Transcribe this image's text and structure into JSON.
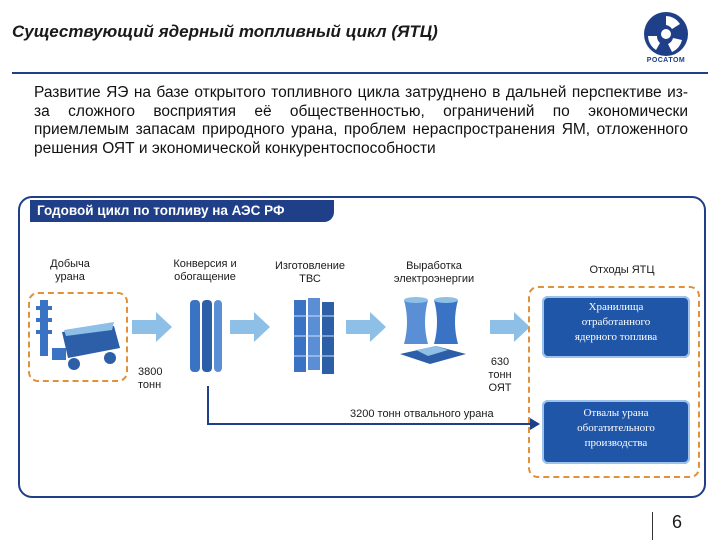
{
  "header": {
    "title": "Существующий ядерный топливный цикл (ЯТЦ)",
    "logo_text": "РОСАТОМ"
  },
  "intro": "Развитие ЯЭ на базе открытого топливного цикла затруднено в дальней перспективе из-за сложного восприятия её общественностью, ограничений по экономически приемлемым запасам природного урана, проблем нераспространения ЯМ, отложенного решения ОЯТ и экономической конкурентоспособности",
  "panel": {
    "title": "Годовой цикл по топливу на АЭС РФ",
    "stages": [
      {
        "line1": "Добыча",
        "line2": "урана"
      },
      {
        "line1": "Конверсия и",
        "line2": "обогащение"
      },
      {
        "line1": "Изготовление",
        "line2": "ТВС"
      },
      {
        "line1": "Выработка",
        "line2": "электроэнергии"
      },
      {
        "line1": "Отходы ЯТЦ",
        "line2": ""
      }
    ],
    "amount_uranium": {
      "line1": "3800",
      "line2": "тонн"
    },
    "amount_snf": {
      "line1": "630",
      "line2": "тонн",
      "line3": "ОЯТ"
    },
    "depleted_label": "3200 тонн отвального урана",
    "storage_snf": {
      "line1": "Хранилища",
      "line2": "отработанного",
      "line3": "ядерного топлива"
    },
    "storage_tails": {
      "line1": "Отвалы урана",
      "line2": "обогатительного",
      "line3": "производства"
    }
  },
  "colors": {
    "brand_blue": "#1f3f88",
    "arrow_blue": "#8ebfe6",
    "dashed_orange": "#e0913a",
    "storage_blue": "#2056a8"
  },
  "footer": {
    "page_number": "6"
  }
}
